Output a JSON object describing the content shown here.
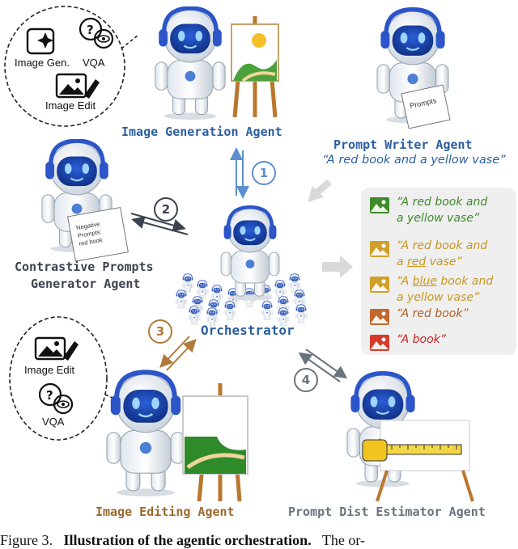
{
  "agents": {
    "image_generation": {
      "label": "Image Generation Agent",
      "color": "#2b5f9e"
    },
    "prompt_writer": {
      "label": "Prompt Writer Agent",
      "quote": "“A red book and a yellow vase”",
      "color": "#2b5f9e"
    },
    "contrastive": {
      "label_line1": "Contrastive Prompts",
      "label_line2": "Generator Agent",
      "color": "#3c4450"
    },
    "orchestrator": {
      "label": "Orchestrator",
      "color": "#2b5f9e"
    },
    "image_editing": {
      "label": "Image Editing Agent",
      "color": "#9a6a2c"
    },
    "prompt_dist": {
      "label": "Prompt Dist Estimator Agent",
      "color": "#6a737c"
    }
  },
  "bubbles": {
    "top_left": {
      "image_gen": "Image Gen.",
      "vqa": "VQA",
      "image_edit": "Image Edit"
    },
    "bottom_left": {
      "image_edit": "Image Edit",
      "vqa": "VQA"
    }
  },
  "steps": [
    {
      "num": "1",
      "color": "#5b8fd0"
    },
    {
      "num": "2",
      "color": "#3c4450"
    },
    {
      "num": "3",
      "color": "#b07a3a"
    },
    {
      "num": "4",
      "color": "#6a737c"
    }
  ],
  "paper_texts": {
    "prompts": "Prompts",
    "negative": "Negative\nPrompts:\nred book"
  },
  "prompt_list": [
    {
      "pre": "“A red book and",
      "line2_pre": "a yellow vase”",
      "color": "#3f8a2a",
      "icon_color": "#3f8a2a"
    },
    {
      "pre": "“A red book and",
      "line2_pre": "a ",
      "underline": "red",
      "line2_post": " vase”",
      "color": "#c8961e",
      "icon_color": "#d1a02a"
    },
    {
      "pre": "“A ",
      "underline": "blue",
      "post": " book and",
      "line2_pre": "a yellow vase”",
      "color": "#c8961e",
      "icon_color": "#d1a02a"
    },
    {
      "pre": "“A red book”",
      "color": "#b0612a",
      "icon_color": "#c0682e"
    },
    {
      "pre": "“A book”",
      "color": "#cc2222",
      "icon_color": "#d63b2a"
    }
  ],
  "caption": {
    "prefix": "Figure 3.",
    "bold": "Illustration of the agentic orchestration.",
    "suffix": "The or-"
  }
}
